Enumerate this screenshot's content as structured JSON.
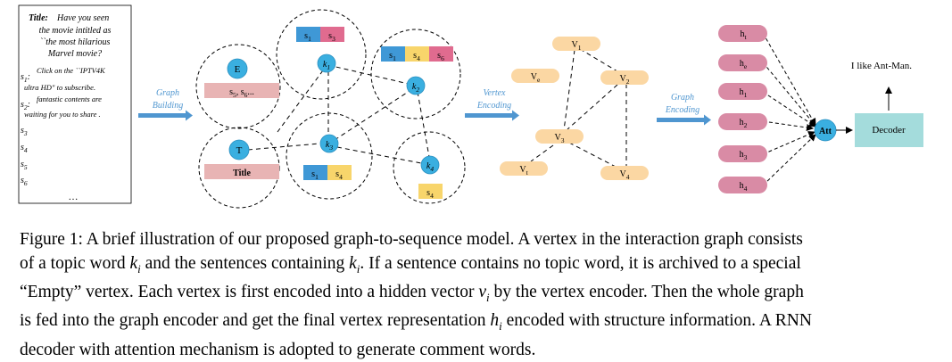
{
  "doc": {
    "title_label": "Title:",
    "title_text_lines": [
      "Have you seen",
      "the movie intitled as",
      "``the most hilarious",
      "Marvel movie?"
    ],
    "s1_label": "s1:",
    "s1_text_lines": [
      "Click on the ``IPTV4K",
      "ultra HD\" to subscribe."
    ],
    "s2_label": "s2:",
    "s2_text_lines": [
      "fantastic contents are",
      "waiting for you to share ."
    ],
    "other_sentences": [
      "s3",
      "s4",
      "s5",
      "s6"
    ],
    "ellipsis": "…"
  },
  "arrows": {
    "graph_building": [
      "Graph",
      "Building"
    ],
    "vertex_encoding": [
      "Vertex",
      "Encoding"
    ],
    "graph_encoding": [
      "Graph",
      "Encoding"
    ]
  },
  "graph": {
    "empty_node": "E",
    "empty_sentences": "s5, s6...",
    "title_node": "T",
    "title_sentence": "Title",
    "k1": {
      "label": "k1",
      "sentences": [
        "s1",
        "s3"
      ]
    },
    "k2": {
      "label": "k2",
      "sentences": [
        "s1",
        "s4",
        "s6"
      ]
    },
    "k3": {
      "label": "k3",
      "sentences": [
        "s1",
        "s4"
      ]
    },
    "k4": {
      "label": "k4",
      "sentences": [
        "s4"
      ]
    }
  },
  "vertices": [
    "V1",
    "Ve",
    "V2",
    "V3",
    "Vt",
    "V4"
  ],
  "hidden": [
    "ht",
    "he",
    "h1",
    "h2",
    "h3",
    "h4"
  ],
  "attention_label": "Att",
  "decoder_label": "Decoder",
  "output_text": "I like Ant-Man.",
  "colors": {
    "arrow": "#4f96d0",
    "node": "#3aafe0",
    "vertex": "#fbd7a3",
    "hidden": "#d98ba5",
    "decoder": "#a4dcdc",
    "title_bar": "#e8b4b4",
    "blue_box": "#3f98d6",
    "pink_box": "#e06b8f",
    "yellow_box": "#f8d56b"
  },
  "caption": {
    "lines": [
      "Figure 1: A brief illustration of our proposed graph-to-sequence model. A vertex in the interaction graph consists",
      "of a topic word k_i and the sentences containing k_i. If a sentence contains no topic word, it is archived to a special",
      "“Empty” vertex. Each vertex is first encoded into a hidden vector v_i by the vertex encoder. Then the whole graph",
      "is fed into the graph encoder and get the final vertex representation h_i encoded with structure information. A RNN",
      "decoder with attention mechanism is adopted to generate comment words."
    ]
  }
}
